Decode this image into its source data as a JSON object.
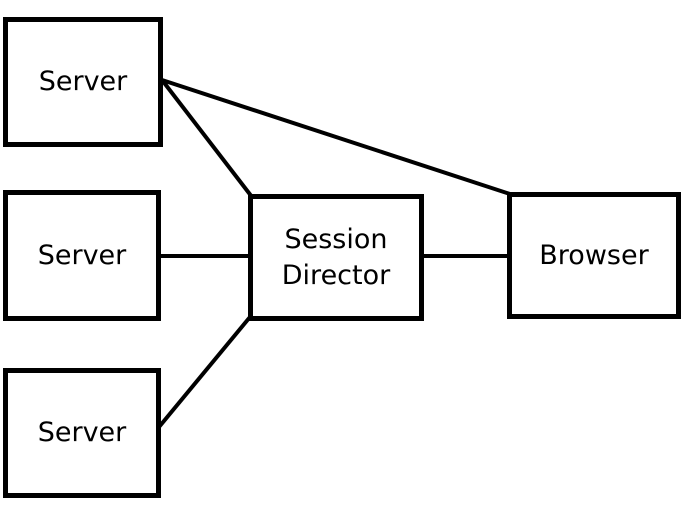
{
  "diagram": {
    "type": "network-topology",
    "background_color": "#ffffff",
    "box_border_color": "#000000",
    "box_fill_color": "#ffffff",
    "line_color": "#000000",
    "text_color": "#000000",
    "nodes": [
      {
        "id": "server-1",
        "label": "Server"
      },
      {
        "id": "server-2",
        "label": "Server"
      },
      {
        "id": "server-3",
        "label": "Server"
      },
      {
        "id": "session-director",
        "label": "Session Director"
      },
      {
        "id": "browser",
        "label": "Browser"
      }
    ],
    "edges": [
      {
        "from": "server-1",
        "to": "browser"
      },
      {
        "from": "server-1",
        "to": "session-director"
      },
      {
        "from": "server-2",
        "to": "session-director"
      },
      {
        "from": "server-3",
        "to": "session-director"
      },
      {
        "from": "session-director",
        "to": "browser"
      }
    ]
  }
}
